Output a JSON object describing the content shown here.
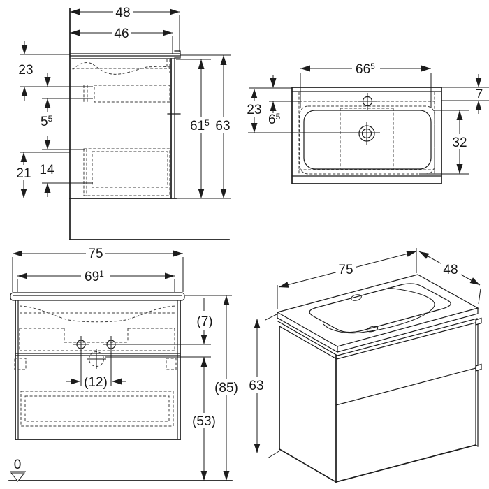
{
  "drawing": {
    "side_view": {
      "width_top": "48",
      "width_inner": "46",
      "basin_height": "23",
      "gap_base": "5",
      "gap_sup": "5",
      "drawer_height": "14",
      "lower_height": "21",
      "body_height_base": "61",
      "body_height_sup": "5",
      "total_height": "63"
    },
    "plan_view": {
      "basin_width_base": "66",
      "basin_width_sup": "5",
      "back_offset": "7",
      "drain_depth": "23",
      "tap_offset_base": "6",
      "tap_offset_sup": "5",
      "bowl_depth": "32"
    },
    "front_view": {
      "width": "75",
      "width_inner_base": "69",
      "width_inner_sup": "1",
      "tap_drop": "(7)",
      "tap_spacing": "(12)",
      "height_total": "(85)",
      "height_lower": "(53)",
      "datum": "0"
    },
    "iso_view": {
      "width": "75",
      "depth": "48",
      "height": "63"
    },
    "line_color": "#1c1c1c",
    "dashed_color": "#3c3c3c",
    "background": "#ffffff"
  }
}
